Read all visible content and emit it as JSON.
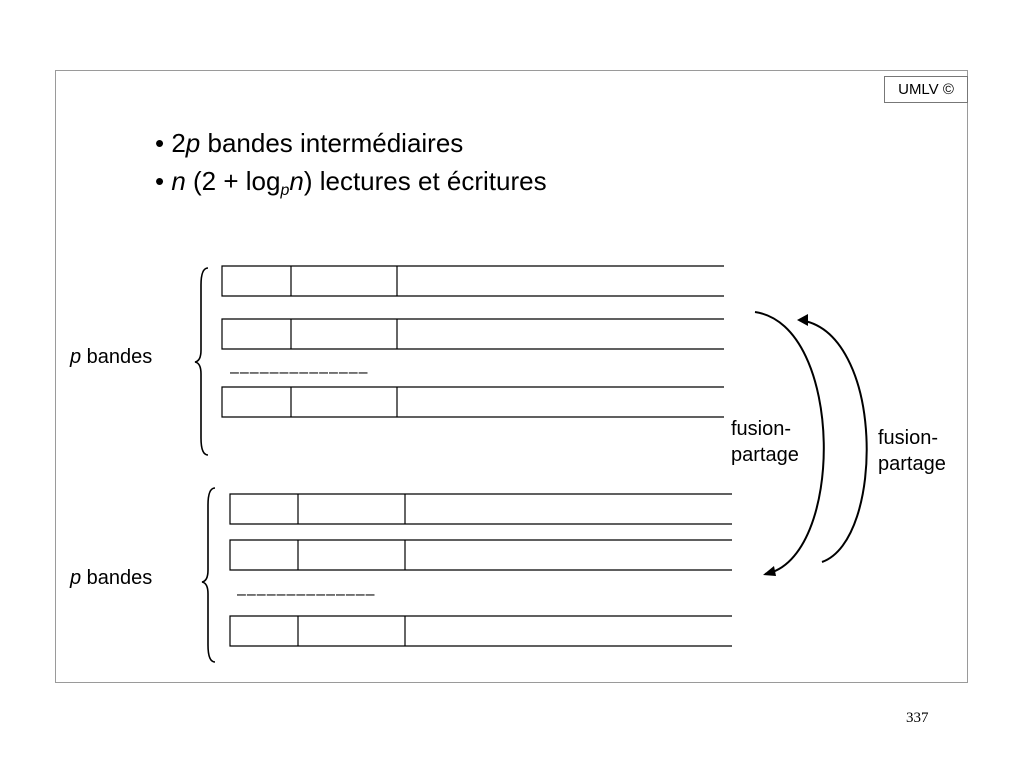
{
  "badge": "UMLV ©",
  "bullets": [
    {
      "prefix": "• 2",
      "var": "p",
      "rest": " bandes intermédiaires"
    },
    {
      "prefix": "• ",
      "var": "n",
      "mid": " (2 + log",
      "sub": "p",
      "var2": "n",
      "rest": ")  lectures et écritures"
    }
  ],
  "groups": [
    {
      "label_var": "p",
      "label_rest": " bandes",
      "tapes": 3
    },
    {
      "label_var": "p",
      "label_rest": " bandes",
      "tapes": 3
    }
  ],
  "ellipsis_dashes": "––––––––––––––",
  "arrows": [
    {
      "line1": "fusion-",
      "line2": "partage"
    },
    {
      "line1": "fusion-",
      "line2": "partage"
    }
  ],
  "page_number": "337"
}
